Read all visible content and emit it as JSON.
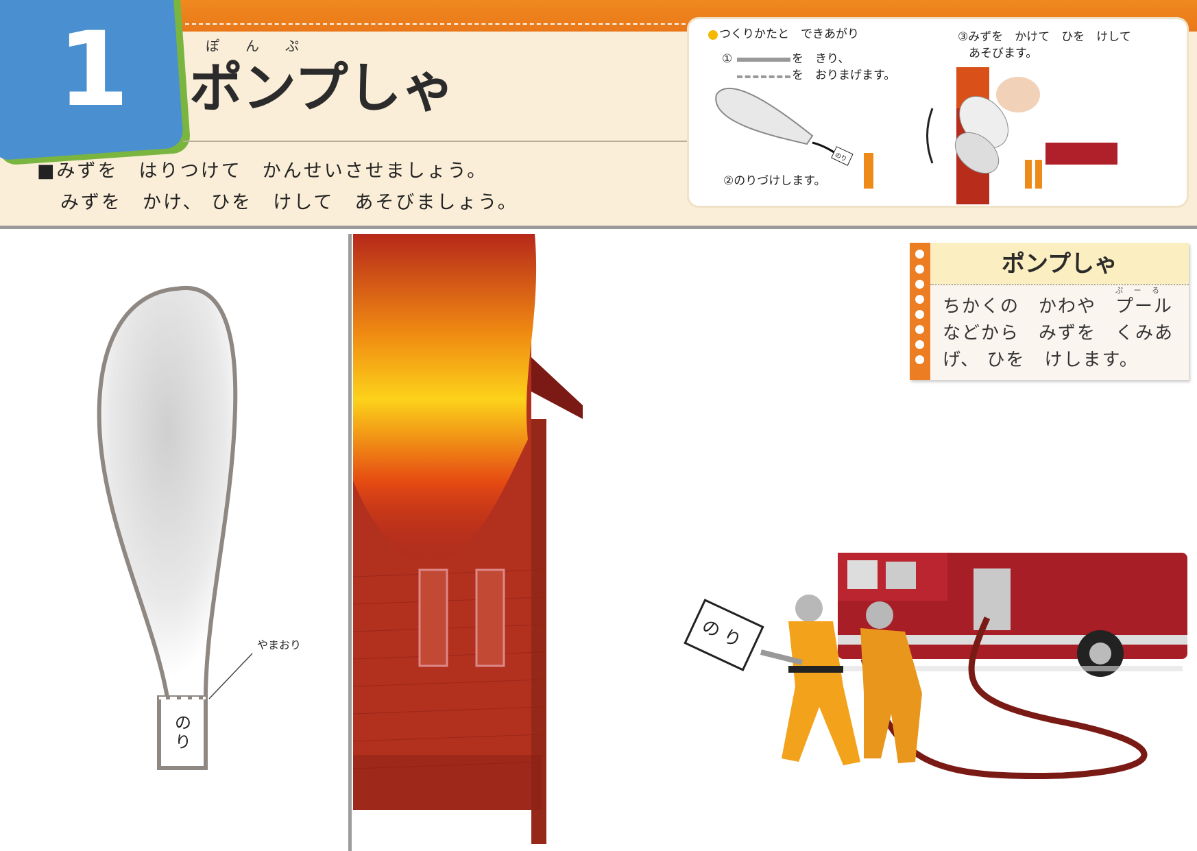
{
  "lesson": {
    "number": "1",
    "title": "ポンプしゃ",
    "title_ruby": "ぽんぷ"
  },
  "instructions": [
    "■みずを　はりつけて　かんせいさせましょう。",
    "みずを　かけ、 ひを　けして　あそびましょう。"
  ],
  "howto_panel": {
    "heading": "つくりかたと　できあがり",
    "step1_cut": "を　きり、",
    "step1_fold": "を　おりまげます。",
    "step1_marker": "①",
    "step2": "②のりづけします。",
    "step3_line1": "③みずを　かけて　ひを　けして",
    "step3_line2": "あそびます。",
    "mini_nori": "のり",
    "accent_color": "#f2b900"
  },
  "info_card": {
    "title": "ポンプしゃ",
    "ruby": "ぷ ー る",
    "lines": [
      "ちかくの　かわや　プール",
      "などから　みずを　くみあ",
      "げ、 ひを　けします。"
    ]
  },
  "cutout": {
    "fold_label": "やまおり",
    "glue_label": "のり"
  },
  "scene": {
    "nori_sign": "のり"
  }
}
